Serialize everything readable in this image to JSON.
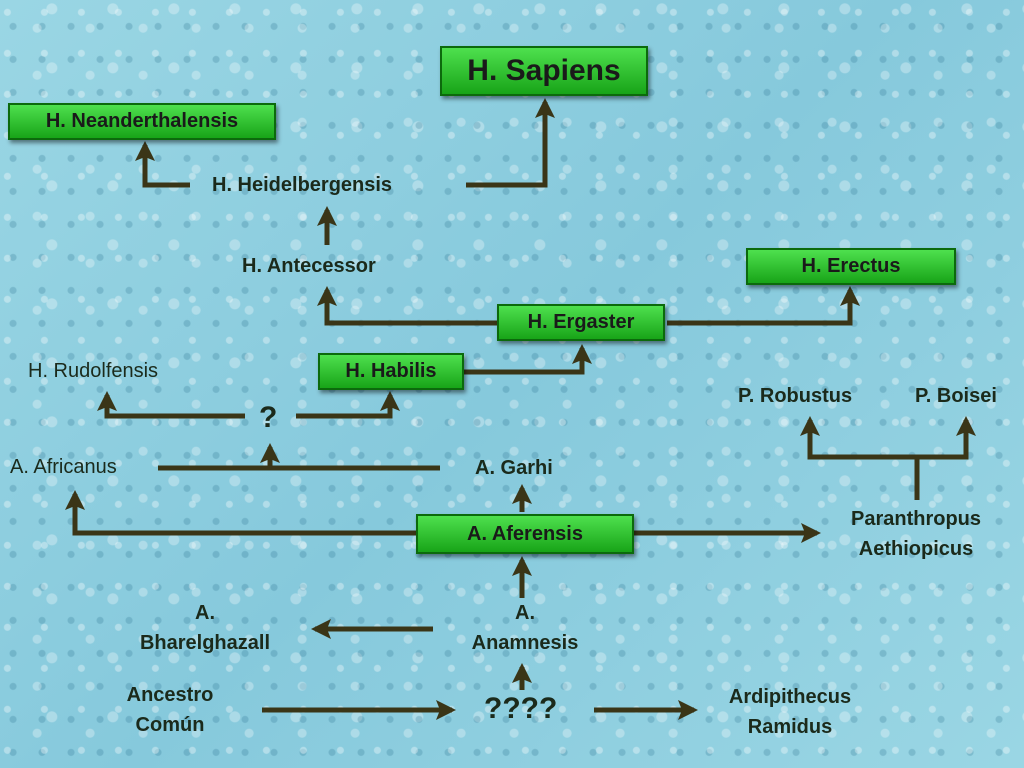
{
  "nodes": {
    "sapiens": "H. Sapiens",
    "neanderthalensis": "H. Neanderthalensis",
    "heidelbergensis": "H. Heidelbergensis",
    "antecessor": "H. Antecessor",
    "erectus": "H. Erectus",
    "ergaster": "H. Ergaster",
    "rudolfensis": "H. Rudolfensis",
    "habilis": "H. Habilis",
    "unknown": "?",
    "robustus": "P. Robustus",
    "boisei": "P. Boisei",
    "africanus": "A. Africanus",
    "garhi": "A. Garhi",
    "aferensis": "A. Aferensis",
    "paranthropus_line1": "Paranthropus",
    "paranthropus_line2": "Aethiopicus",
    "bharelghazall_line1": "A.",
    "bharelghazall_line2": "Bharelghazall",
    "anamnesis_line1": "A.",
    "anamnesis_line2": "Anamnesis",
    "ancestro_line1": "Ancestro",
    "ancestro_line2": "Común",
    "root": "????",
    "ardipithecus_line1": "Ardipithecus",
    "ardipithecus_line2": "Ramidus"
  },
  "colors": {
    "arrow": "#3a3517",
    "box_fill_top": "#4ee04e",
    "box_fill_bottom": "#18a418",
    "box_border": "#0c6a0c"
  }
}
